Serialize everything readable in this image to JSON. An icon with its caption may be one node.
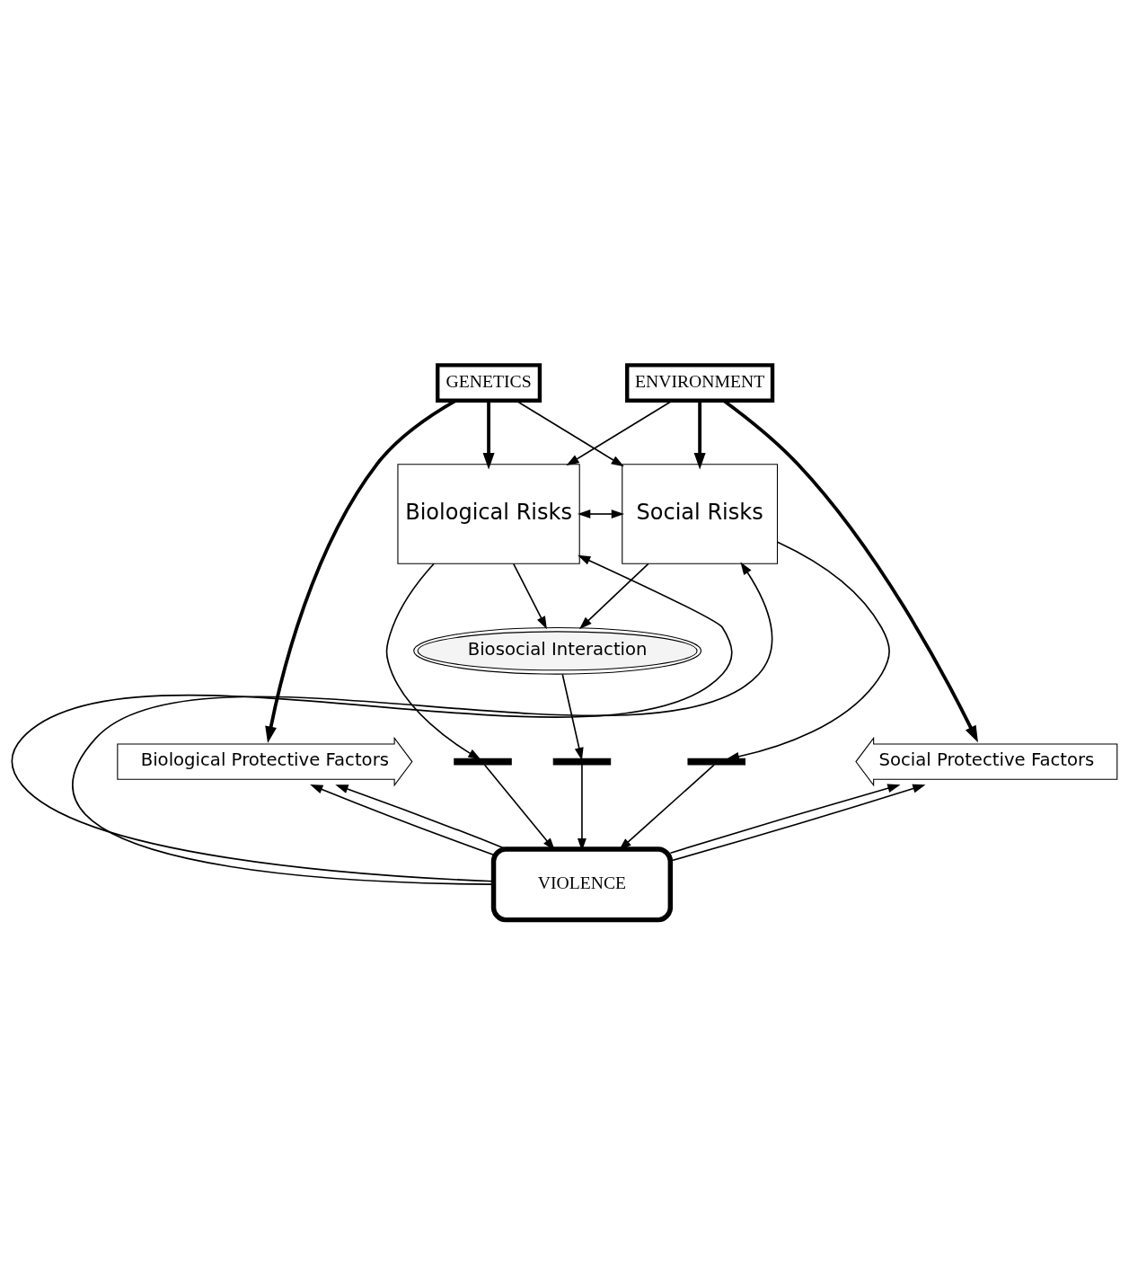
{
  "diagram": {
    "nodes": [
      {
        "text": [
          "GENETICS"
        ]
      },
      {
        "text": [
          "ENVIRONMENT"
        ]
      },
      {
        "text": [
          "Biological Risks"
        ]
      },
      {
        "text": [
          "Social Risks"
        ]
      },
      {
        "text": [
          "Biosocial Interaction"
        ]
      },
      {
        "text": [
          "Biological Protective Factors"
        ]
      },
      {
        "text": [
          "Social Protective Factors"
        ]
      },
      {
        "text": [],
        "shape": "bar"
      },
      {
        "text": [],
        "shape": "bar"
      },
      {
        "text": [],
        "shape": "bar"
      },
      {
        "text": [
          "VIOLENCE"
        ]
      }
    ],
    "edges": [
      {
        "from": 0,
        "to": 5,
        "arrow": "to",
        "style": "thick"
      },
      {
        "from": 0,
        "to": 2,
        "arrow": "to",
        "style": "thick"
      },
      {
        "from": 0,
        "to": 3,
        "arrow": "to"
      },
      {
        "from": 1,
        "to": 2,
        "arrow": "to"
      },
      {
        "from": 1,
        "to": 3,
        "arrow": "to",
        "style": "thick"
      },
      {
        "from": 1,
        "to": 6,
        "arrow": "to",
        "style": "thick"
      },
      {
        "from": 2,
        "to": 3,
        "arrow": "both"
      },
      {
        "from": 2,
        "to": 4,
        "arrow": "to"
      },
      {
        "from": 3,
        "to": 4,
        "arrow": "to"
      },
      {
        "from": 2,
        "to": 7,
        "arrow": "to"
      },
      {
        "from": 4,
        "to": 8,
        "arrow": "to"
      },
      {
        "from": 3,
        "to": 9,
        "arrow": "to"
      },
      {
        "from": 7,
        "to": 10,
        "arrow": "to"
      },
      {
        "from": 8,
        "to": 10,
        "arrow": "to"
      },
      {
        "from": 9,
        "to": 10,
        "arrow": "to"
      },
      {
        "from": 10,
        "to": 5,
        "arrow": "to"
      },
      {
        "from": 10,
        "to": 5,
        "arrow": "to"
      },
      {
        "from": 10,
        "to": 2,
        "arrow": "to"
      },
      {
        "from": 10,
        "to": 6,
        "arrow": "to"
      },
      {
        "from": 10,
        "to": 6,
        "arrow": "to"
      },
      {
        "from": 10,
        "to": 3,
        "arrow": "to"
      }
    ]
  }
}
